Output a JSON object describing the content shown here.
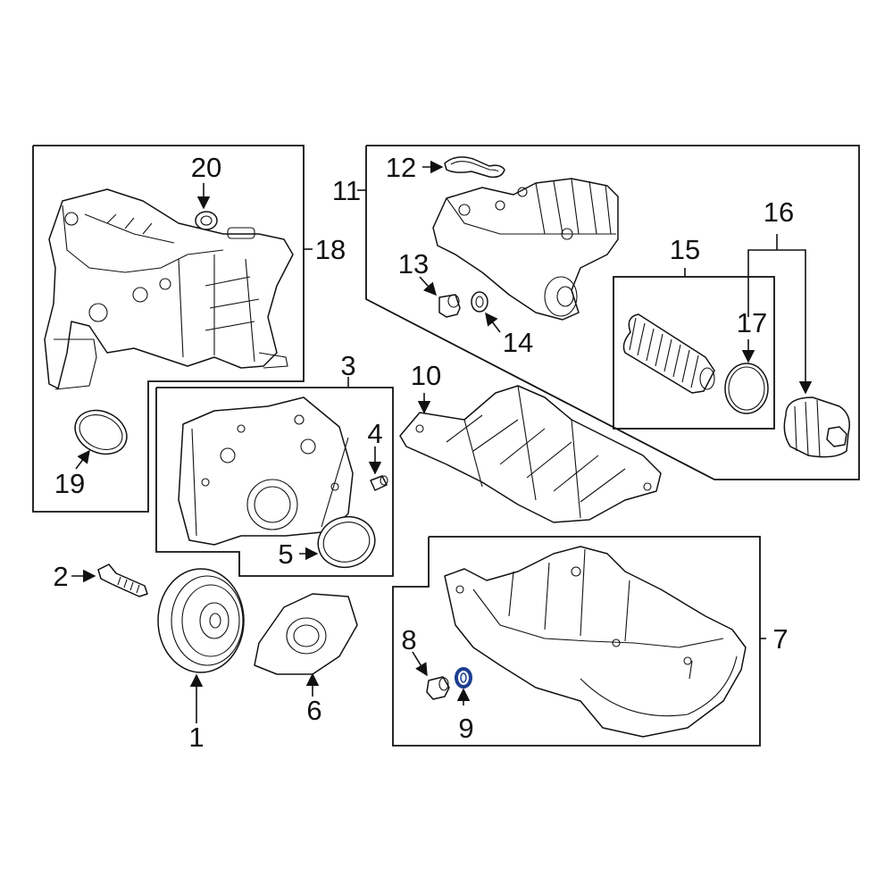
{
  "callouts": {
    "c1": "1",
    "c2": "2",
    "c3": "3",
    "c4": "4",
    "c5": "5",
    "c6": "6",
    "c7": "7",
    "c8": "8",
    "c9": "9",
    "c10": "10",
    "c11": "11",
    "c12": "12",
    "c13": "13",
    "c14": "14",
    "c15": "15",
    "c16": "16",
    "c17": "17",
    "c18": "18",
    "c19": "19",
    "c20": "20"
  },
  "highlight_color": "#1c3f8f",
  "line_color": "#111111"
}
